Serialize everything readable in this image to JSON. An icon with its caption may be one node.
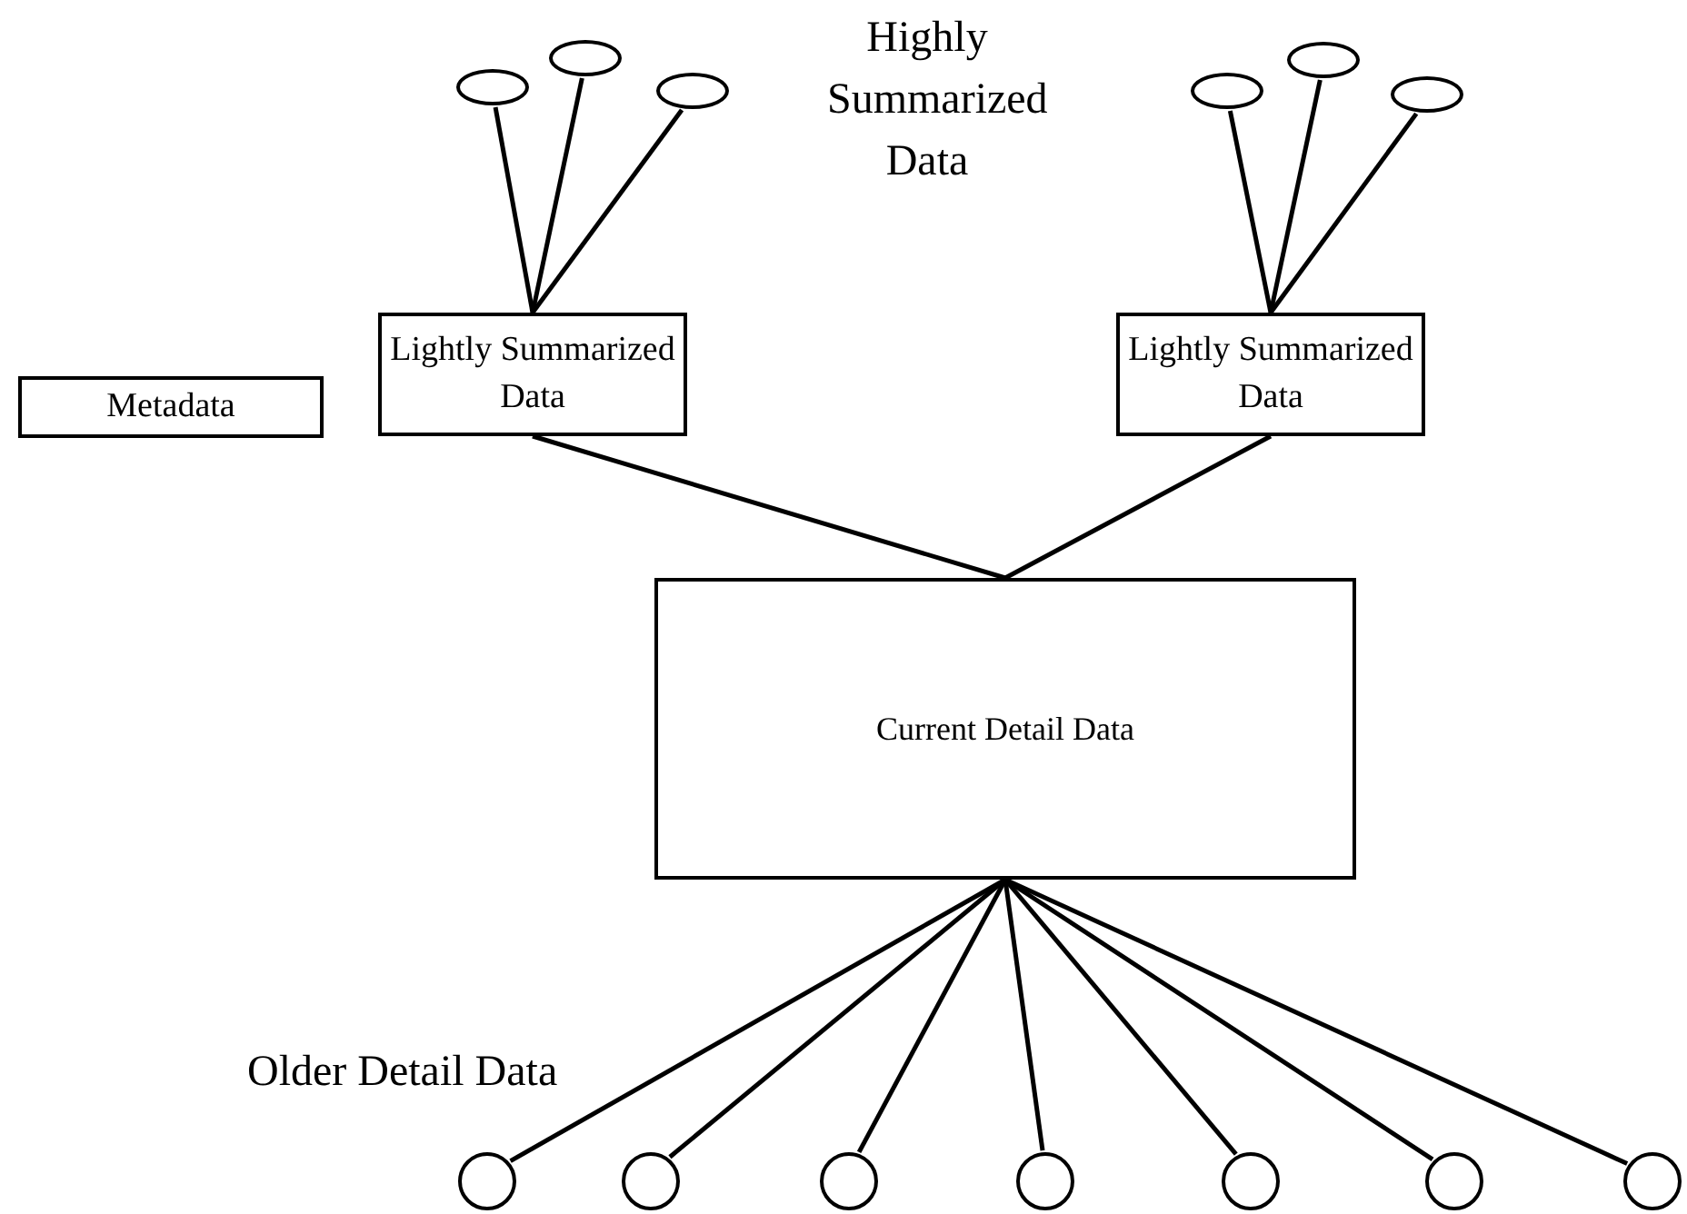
{
  "diagram": {
    "nodes": [
      {
        "text": [],
        "shape": "ellipse"
      },
      {
        "text": [],
        "shape": "ellipse"
      },
      {
        "text": [],
        "shape": "ellipse"
      },
      {
        "text": [],
        "shape": "ellipse"
      },
      {
        "text": [],
        "shape": "ellipse"
      },
      {
        "text": [],
        "shape": "ellipse"
      },
      {
        "text": [
          "Lightly Summarized Data"
        ]
      },
      {
        "text": [
          "Lightly Summarized Data"
        ]
      },
      {
        "text": [
          "Metadata"
        ]
      },
      {
        "text": [
          "Current Detail Data"
        ]
      },
      {
        "text": [],
        "shape": "circle"
      },
      {
        "text": [],
        "shape": "circle"
      },
      {
        "text": [],
        "shape": "circle"
      },
      {
        "text": [],
        "shape": "circle"
      },
      {
        "text": [],
        "shape": "circle"
      },
      {
        "text": [],
        "shape": "circle"
      },
      {
        "text": [],
        "shape": "circle"
      }
    ],
    "edges": [
      {
        "from": 0,
        "to": 6,
        "arrow": "none"
      },
      {
        "from": 1,
        "to": 6,
        "arrow": "none"
      },
      {
        "from": 2,
        "to": 6,
        "arrow": "none"
      },
      {
        "from": 3,
        "to": 7,
        "arrow": "none"
      },
      {
        "from": 4,
        "to": 7,
        "arrow": "none"
      },
      {
        "from": 5,
        "to": 7,
        "arrow": "none"
      },
      {
        "from": 6,
        "to": 9,
        "arrow": "none"
      },
      {
        "from": 7,
        "to": 9,
        "arrow": "none"
      },
      {
        "from": 9,
        "to": 10,
        "arrow": "none"
      },
      {
        "from": 9,
        "to": 11,
        "arrow": "none"
      },
      {
        "from": 9,
        "to": 12,
        "arrow": "none"
      },
      {
        "from": 9,
        "to": 13,
        "arrow": "none"
      },
      {
        "from": 9,
        "to": 14,
        "arrow": "none"
      },
      {
        "from": 9,
        "to": 15,
        "arrow": "none"
      },
      {
        "from": 9,
        "to": 16,
        "arrow": "none"
      }
    ],
    "labels": [
      "Highly Summarized Data",
      "Older Detail Data"
    ]
  }
}
